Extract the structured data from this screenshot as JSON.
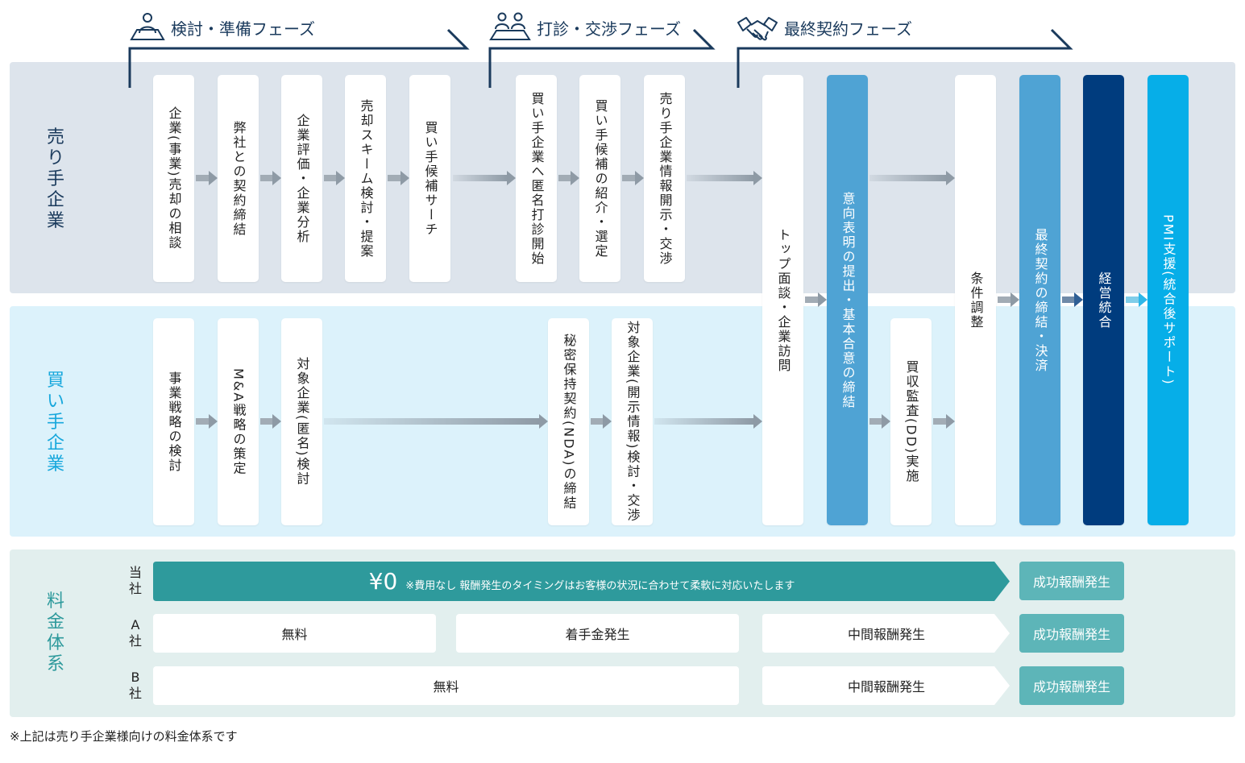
{
  "phases": [
    {
      "title": "検討・準備フェーズ",
      "icon": "person-at-desk-icon"
    },
    {
      "title": "打診・交渉フェーズ",
      "icon": "two-people-meeting-icon"
    },
    {
      "title": "最終契約フェーズ",
      "icon": "handshake-icon"
    }
  ],
  "lanes": {
    "seller": "売り手企業",
    "buyer": "買い手企業",
    "fee": "料金体系"
  },
  "seller_steps": [
    "企業(事業)売却の相談",
    "弊社との契約締結",
    "企業評価・企業分析",
    "売却スキーム検討・提案",
    "買い手候補サーチ",
    "買い手企業へ匿名打診開始",
    "買い手候補の紹介・選定",
    "売り手企業情報開示・交渉"
  ],
  "buyer_steps": [
    "事業戦略の検討",
    "M&A戦略の策定",
    "対象企業(匿名)検討",
    "秘密保持契約(NDA)の締結",
    "対象企業(開示情報)検討・交渉"
  ],
  "shared_steps": {
    "top_meeting": "トップ面談・企業訪問",
    "loi": "意向表明の提出・基本合意の締結",
    "dd": "買収監査(DD)実施",
    "conditions": "条件調整",
    "final": "最終契約の締結・決済",
    "integration": "経営統合",
    "pmi": "PMI支援(統合後サポート)"
  },
  "fees": {
    "our_company": {
      "label": "当社",
      "price": "¥0",
      "note": "※費用なし 報酬発生のタイミングはお客様の状況に合わせて柔軟に対応いたします",
      "success": "成功報酬発生"
    },
    "company_a": {
      "label": "A社",
      "free": "無料",
      "retainer": "着手金発生",
      "interim": "中間報酬発生",
      "success": "成功報酬発生"
    },
    "company_b": {
      "label": "B社",
      "free": "無料",
      "interim": "中間報酬発生",
      "success": "成功報酬発生"
    }
  },
  "footnote": "※上記は売り手企業様向けの料金体系です",
  "colors": {
    "seller_band": "#dde4ec",
    "buyer_band": "#dcf2fb",
    "fee_band": "#e2efee",
    "loi_box": "#4fa3d4",
    "final_box": "#4fa3d4",
    "integration_box": "#003c7e",
    "pmi_box": "#06aee8",
    "our_fee_bar": "#2e9a9c",
    "success_fee": "#5db5b8",
    "navy_text": "#1a3a5c",
    "cyan_text": "#16a7dc",
    "teal_text": "#2e9a9c"
  }
}
